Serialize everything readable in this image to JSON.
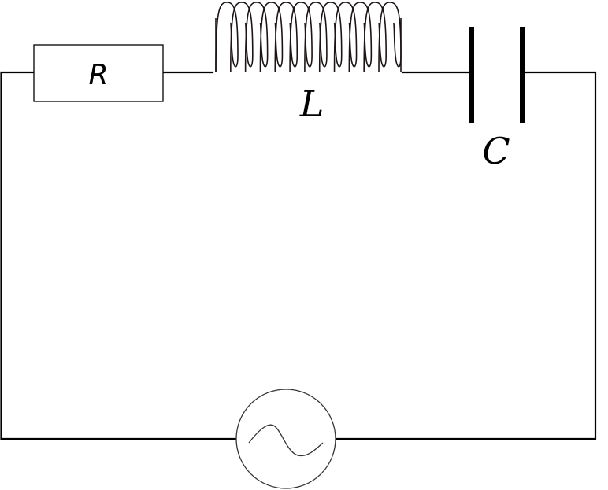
{
  "diagram": {
    "type": "series RLC circuit",
    "components": [
      {
        "id": "resistor",
        "label": "R"
      },
      {
        "id": "inductor",
        "label": "L",
        "turns": 12
      },
      {
        "id": "capacitor",
        "label": "C"
      },
      {
        "id": "ac-source",
        "label": ""
      }
    ],
    "colors": {
      "wire": "#000000",
      "background": "#ffffff"
    }
  }
}
